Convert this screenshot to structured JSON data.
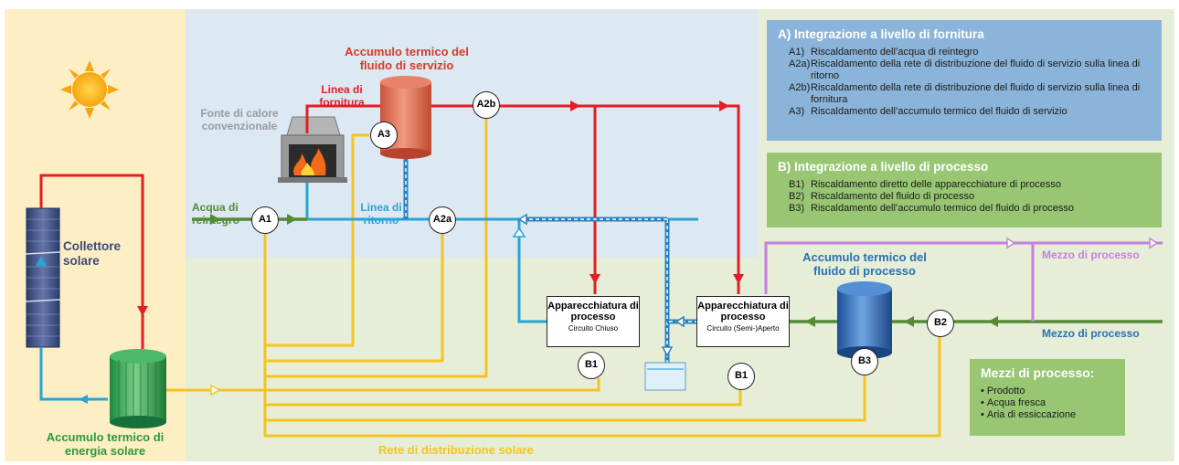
{
  "labels": {
    "collettore": "Collettore solare",
    "accumulo_solare": "Accumulo termico di energia solare",
    "accumulo_servizio": "Accumulo termico del fluido di servizio",
    "fonte_calore": "Fonte di calore convenzionale",
    "linea_fornitura": "Linea di fornitura",
    "acqua_reintegro": "Acqua di reintegro",
    "linea_ritorno": "Linea di ritorno",
    "accumulo_processo": "Accumulo termico del fluido di processo",
    "mezzo_processo_top": "Mezzo di processo",
    "mezzo_processo_bottom": "Mezzo di processo",
    "rete_solare": "Rete di distribuzione solare"
  },
  "nodes": {
    "A1": "A1",
    "A2a": "A2a",
    "A2b": "A2b",
    "A3": "A3",
    "B1_left": "B1",
    "B1_right": "B1",
    "B2": "B2",
    "B3": "B3"
  },
  "equipment": [
    {
      "title": "Apparecchiatura di processo",
      "subtitle": "Circuito Chiuso"
    },
    {
      "title": "Apparecchiatura di processo",
      "subtitle": "Circuito (Semi-)Aperto"
    }
  ],
  "panel_a": {
    "title": "A) Integrazione a livello di fornitura",
    "items": [
      {
        "code": "A1)",
        "text": "Riscaldamento dell’acqua di reintegro"
      },
      {
        "code": "A2a)",
        "text": "Riscaldamento della rete di distribuzione del fluido di servizio sulla linea di ritorno"
      },
      {
        "code": "A2b)",
        "text": "Riscaldamento della rete di distribuzione del fluido di servizio sulla linea di fornitura"
      },
      {
        "code": "A3)",
        "text": "Riscaldamento dell’accumulo termico del fluido di servizio"
      }
    ]
  },
  "panel_b": {
    "title": "B) Integrazione a livello di processo",
    "items": [
      {
        "code": "B1)",
        "text": "Riscaldamento diretto delle apparecchiature di processo"
      },
      {
        "code": "B2)",
        "text": "Riscaldamento del fluido di processo"
      },
      {
        "code": "B3)",
        "text": "Riscaldamento dell’accumulo termico del fluido di processo"
      }
    ]
  },
  "panel_mezzi": {
    "title": "Mezzi di processo:",
    "items": [
      "Prodotto",
      "Acqua fresca",
      "Aria di essiccazione"
    ]
  },
  "colors": {
    "solar_bg": "#fdeec4",
    "supply_bg": "#dce8f2",
    "process_bg": "#e6eed8",
    "red": "#e31e24",
    "blue": "#29a3d8",
    "yellow": "#f5c322",
    "green": "#558a35",
    "purple": "#c77fe0",
    "panel_blue": "#8ab4d9",
    "panel_green": "#98c673"
  }
}
